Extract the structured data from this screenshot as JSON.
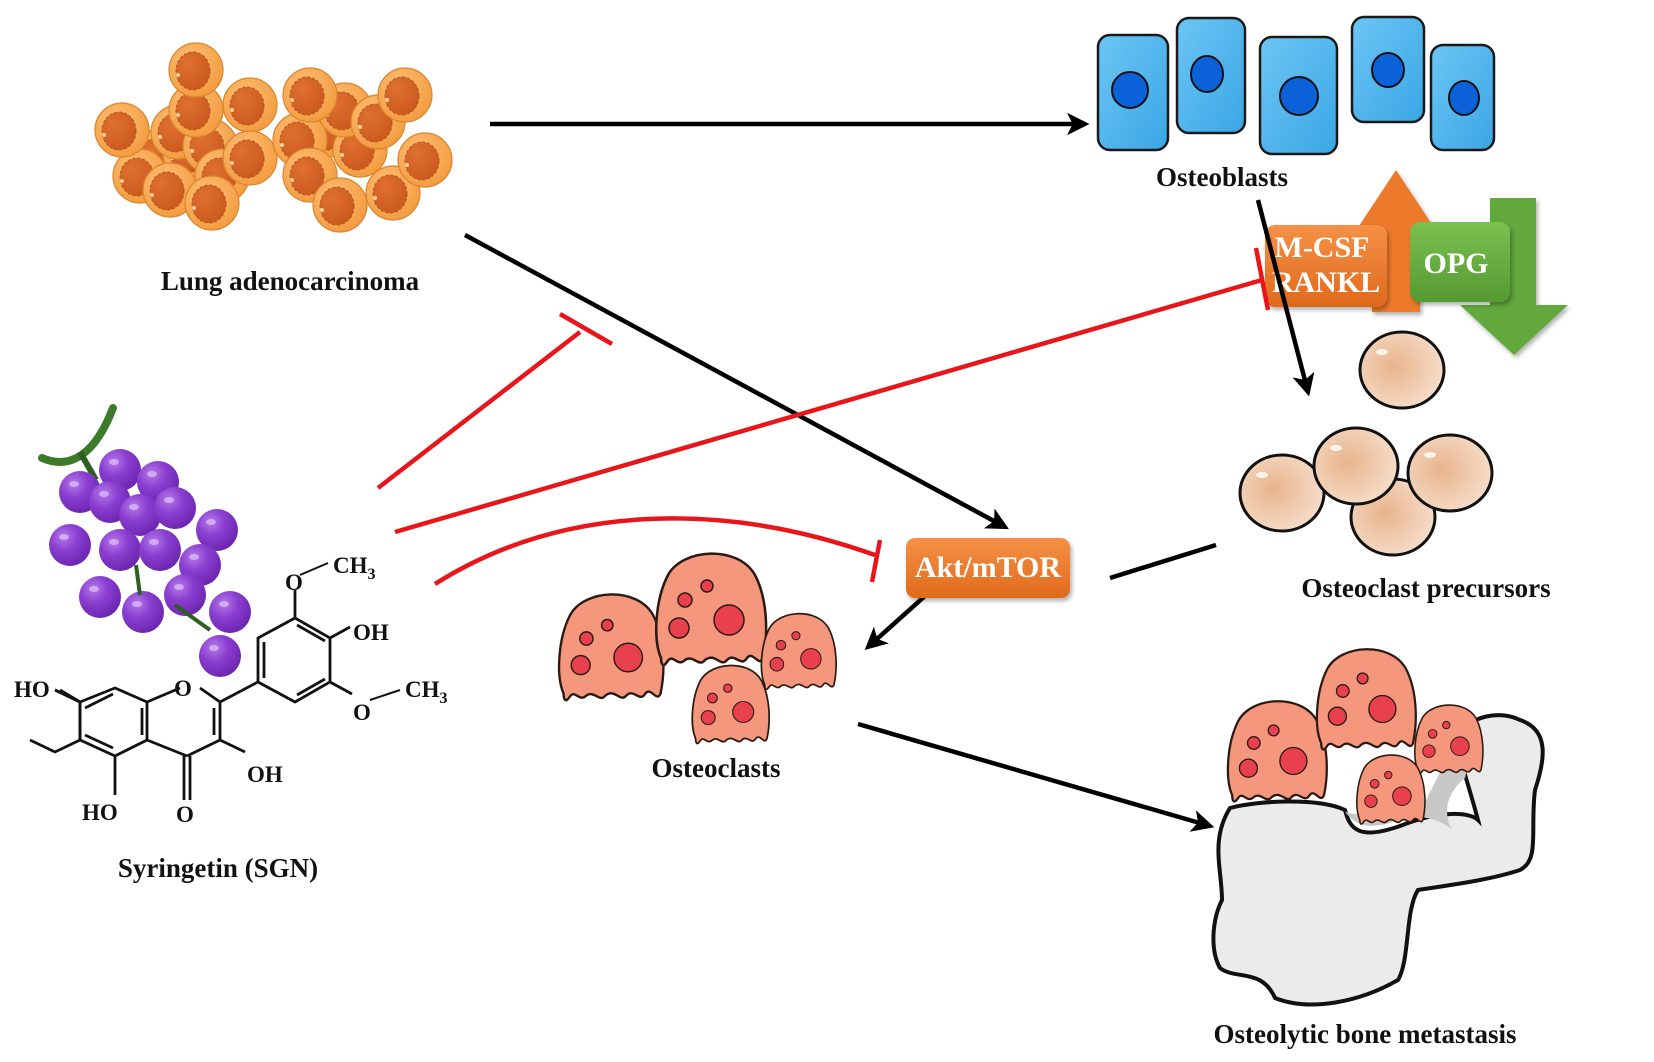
{
  "figure": {
    "title": "Syringetin inhibits lung adenocarcinoma-induced osteolytic bone metastasis",
    "colors": {
      "activation_arrow": "#000000",
      "inhibition_line": "#e8161b",
      "tumor_cell": "#f4a24a",
      "osteoblast": "#4db3ec",
      "osteoblast_nucleus": "#0b62d8",
      "precursor_cell": "#eecab0",
      "osteoclast": "#f4937a",
      "osteoclast_nucleus": "#e23a48",
      "grape": "#7a32c4",
      "orange_box": "#ec7a2a",
      "green_box": "#62a83e",
      "bone": "#ececec"
    }
  },
  "nodes": {
    "lung_adenocarcinoma": {
      "label": "Lung adenocarcinoma",
      "icon": "tumor-cell-cluster-icon"
    },
    "osteoblasts": {
      "label": "Osteoblasts",
      "icon": "osteoblast-cells-icon"
    },
    "osteoclast_precursors": {
      "label": "Osteoclast precursors",
      "icon": "precursor-cells-icon"
    },
    "osteoclasts": {
      "label": "Osteoclasts",
      "icon": "osteoclast-cells-icon"
    },
    "bone_metastasis": {
      "label": "Osteolytic bone metastasis",
      "icon": "bone-lesion-icon"
    },
    "syringetin": {
      "label": "Syringetin (SGN)",
      "icon": "grape-icon"
    },
    "akt_mtor": {
      "label": "Akt/mTOR"
    }
  },
  "factors": {
    "up": {
      "line1": "M-CSF",
      "line2": "RANKL",
      "direction": "up"
    },
    "down": {
      "label": "OPG",
      "direction": "down"
    }
  },
  "chemical_structure": {
    "name": "Syringetin",
    "groups": {
      "ho_7": "HO",
      "ho_5": "HO",
      "ring_o": "O",
      "carbonyl_o": "O",
      "oh_3": "OH",
      "oh_4p": "OH",
      "o_3p": "O",
      "o_5p": "O",
      "ch3": "CH",
      "subscript": "3"
    }
  },
  "edges": [
    {
      "from": "Lung adenocarcinoma",
      "to": "Osteoblasts",
      "type": "activation"
    },
    {
      "from": "Lung adenocarcinoma",
      "to": "Akt/mTOR",
      "type": "activation"
    },
    {
      "from": "Osteoblasts",
      "to": "Osteoclast precursors",
      "type": "activation"
    },
    {
      "from": "Osteoclast precursors",
      "to": "Osteoclasts",
      "type": "activation",
      "via": "Akt/mTOR"
    },
    {
      "from": "Osteoclasts",
      "to": "Osteolytic bone metastasis",
      "type": "activation"
    },
    {
      "from": "Syringetin (SGN)",
      "to": "Lung adenocarcinoma → Akt/mTOR",
      "type": "inhibition"
    },
    {
      "from": "Syringetin (SGN)",
      "to": "Osteoblasts → Osteoclast precursors",
      "type": "inhibition"
    },
    {
      "from": "Syringetin (SGN)",
      "to": "Akt/mTOR",
      "type": "inhibition"
    }
  ]
}
